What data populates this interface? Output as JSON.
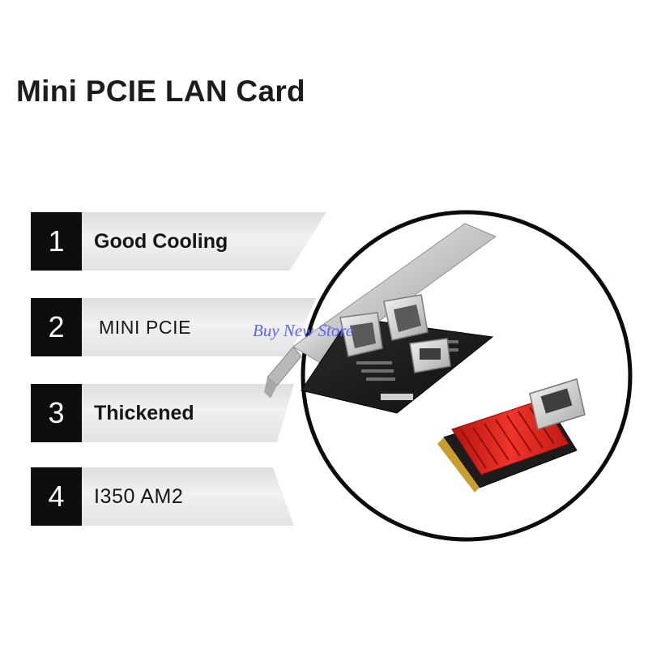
{
  "title": "Mini PCIE LAN Card",
  "features": [
    {
      "number": "1",
      "label": "Good Cooling"
    },
    {
      "number": "2",
      "label": "MINI PCIE"
    },
    {
      "number": "3",
      "label": "Thickened"
    },
    {
      "number": "4",
      "label": "I350 AM2"
    }
  ],
  "watermark": "Buy New Store",
  "colors": {
    "number_box": "#0d0d0d",
    "heatsink": "#e0231d",
    "bracket": "#c9c9c9",
    "pcb": "#1b1b1b",
    "watermark": "#5b63ff"
  }
}
